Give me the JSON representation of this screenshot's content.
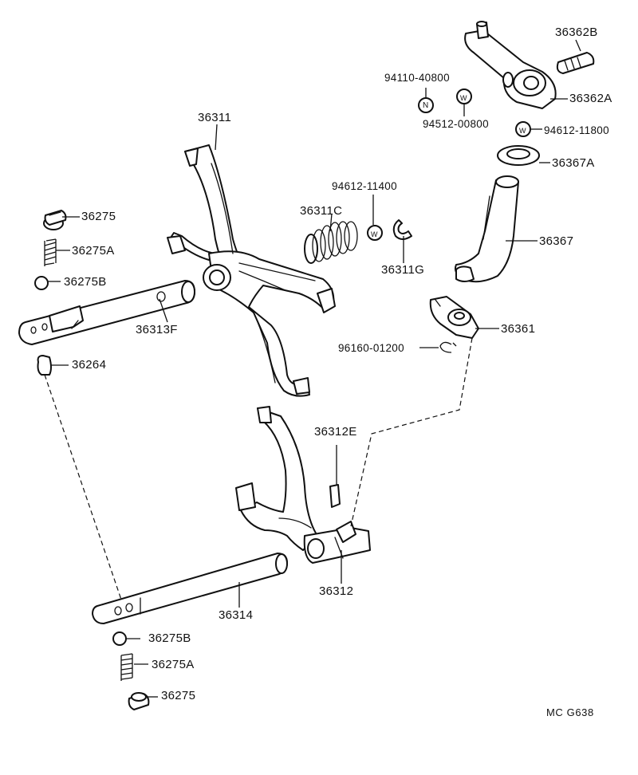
{
  "diagram": {
    "code": "MC G638",
    "parts": {
      "p36311": "36311",
      "p36313F": "36313F",
      "p36264": "36264",
      "p36275_top": "36275",
      "p36275A_top": "36275A",
      "p36275B_top": "36275B",
      "p36312": "36312",
      "p36312E": "36312E",
      "p36314": "36314",
      "p36275_bot": "36275",
      "p36275A_bot": "36275A",
      "p36275B_bot": "36275B",
      "p36311C": "36311C",
      "p36311G": "36311G",
      "p94612_11400": "94612-11400",
      "p36367": "36367",
      "p36367A": "36367A",
      "p36361": "36361",
      "p96160_01200": "96160-01200",
      "p36362A": "36362A",
      "p36362B": "36362B",
      "p94110_40800": "94110-40800",
      "p94512_00800": "94512-00800",
      "p94612_11800": "94612-11800"
    },
    "symbols": {
      "n_mark": "N",
      "w_mark": "W"
    }
  }
}
